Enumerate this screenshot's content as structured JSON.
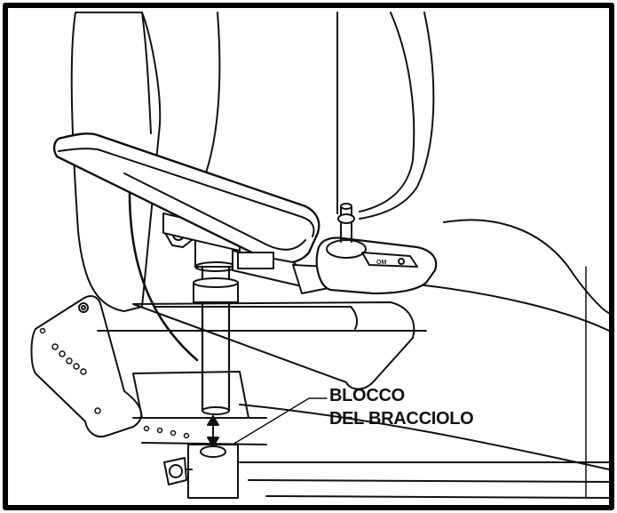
{
  "callout": {
    "line1": "BLOCCO",
    "line2": "DEL BRACCIOLO"
  },
  "controller": {
    "panel_text": "OM"
  },
  "icons": {
    "adjust_arrow": "double-headed-vertical-arrow",
    "knob": "star-knob-icon"
  },
  "colors": {
    "line": "#111111",
    "background": "#ffffff",
    "frame": "#000000"
  }
}
